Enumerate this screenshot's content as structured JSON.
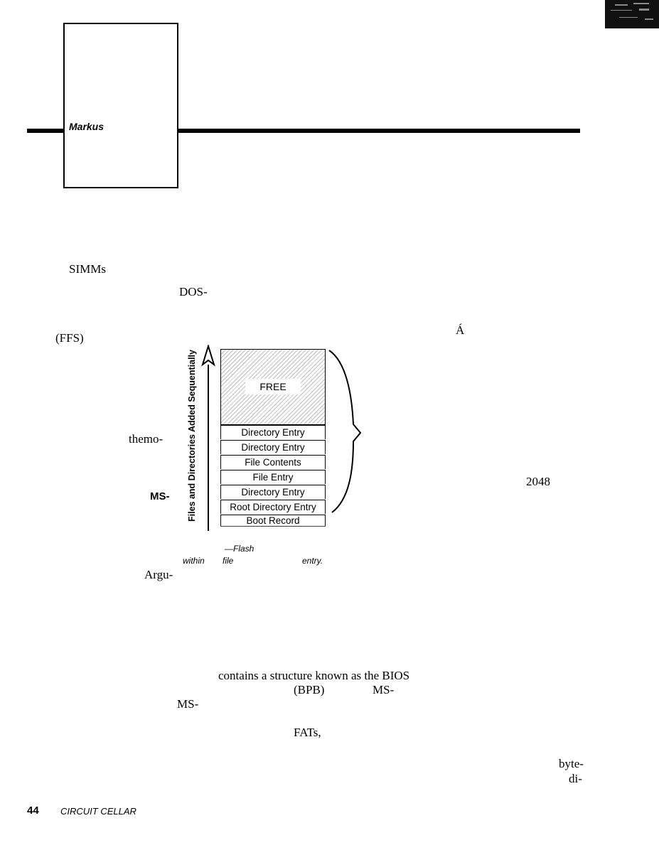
{
  "header": {
    "author_name": "Markus"
  },
  "body_fragments": {
    "simms": "SIMMs",
    "dos": "DOS-",
    "ffs": "(FFS)",
    "a_accent": "Á",
    "themo": "themo-",
    "ms1": "MS-",
    "n2048": "2048",
    "argu": "Argu-",
    "bios_line": "contains a structure known as the BIOS",
    "bpb": "(BPB)",
    "ms2": "MS-",
    "ms3": "MS-",
    "fats": "FATs,",
    "byte": "byte-",
    "di": "di-"
  },
  "figure": {
    "free_label": "FREE",
    "axis_label": "Files and Directories Added Sequentially",
    "stack": [
      "Directory Entry",
      "Directory Entry",
      "File Contents",
      "File Entry",
      "Directory Entry",
      "Root Directory Entry",
      "Boot Record"
    ],
    "caption": {
      "flash": "—Flash",
      "within": "within",
      "file": "file",
      "entry": "entry."
    }
  },
  "footer": {
    "page_number": "44",
    "magazine": "CIRCUIT CELLAR"
  }
}
